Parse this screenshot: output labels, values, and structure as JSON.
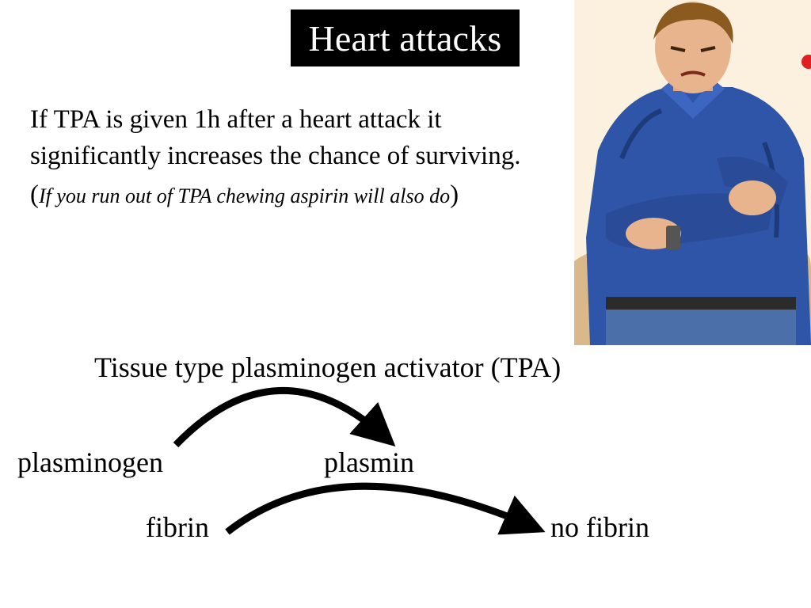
{
  "slide": {
    "title": "Heart attacks",
    "body_line": "If TPA is given 1h after a heart attack it significantly increases the chance of surviving.",
    "note_open": "(",
    "note_text": "If you run out of TPA chewing aspirin will also do",
    "note_close": ")"
  },
  "diagram": {
    "enzyme_label": "Tissue type plasminogen activator (TPA)",
    "step1": {
      "from": "plasminogen",
      "to": "plasmin"
    },
    "step2": {
      "from": "fibrin",
      "to": "no fibrin"
    }
  },
  "illustration": {
    "subject": "man clutching chest in pain"
  },
  "colors": {
    "title_bg": "#000000",
    "title_text": "#ffffff",
    "shirt": "#2f55a8",
    "skin": "#e8b48e",
    "illustration_bg": "#fbf1de"
  }
}
